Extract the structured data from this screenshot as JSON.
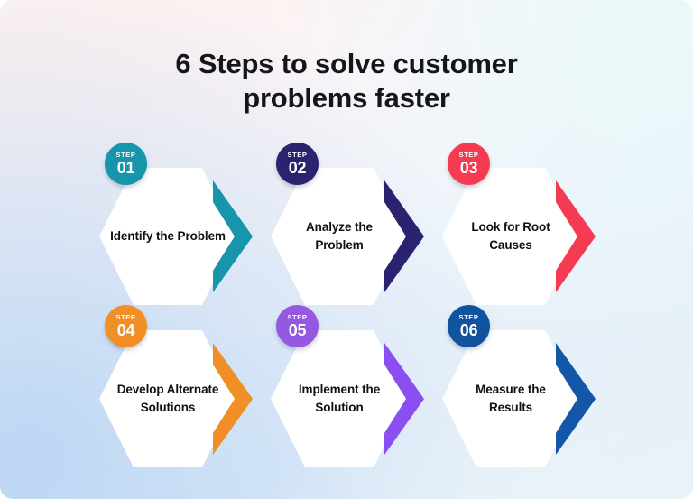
{
  "title": {
    "line1": "6 Steps to solve customer",
    "line2": "problems faster"
  },
  "badge_word": "STEP",
  "steps": [
    {
      "number": "01",
      "label": "Identify the Problem",
      "color": "#1695ab",
      "chevron_color": "#1695ab",
      "badge_color": "#1695ab"
    },
    {
      "number": "02",
      "label": "Analyze the Problem",
      "color": "#2b2270",
      "chevron_color": "#2b2270",
      "badge_color": "#2b2270"
    },
    {
      "number": "03",
      "label": "Look for Root Causes",
      "color": "#f43b52",
      "chevron_color": "#f43b52",
      "badge_color": "#f43b52"
    },
    {
      "number": "04",
      "label": "Develop Alternate Solutions",
      "color": "#ef8f25",
      "chevron_color": "#ef8f25",
      "badge_color": "#ef8f25"
    },
    {
      "number": "05",
      "label": "Implement the Solution",
      "color": "#8b4ef0",
      "chevron_color": "#8b4ef0",
      "badge_color": "#9459e0"
    },
    {
      "number": "06",
      "label": "Measure the Results",
      "color": "#1456a8",
      "chevron_color": "#1456a8",
      "badge_color": "#12539f"
    }
  ],
  "background": {
    "top_left": "#fdf2f0",
    "top_right": "#e9f9fa",
    "bottom_left": "#bad5f3",
    "bottom_right": "#e8f1f6"
  }
}
